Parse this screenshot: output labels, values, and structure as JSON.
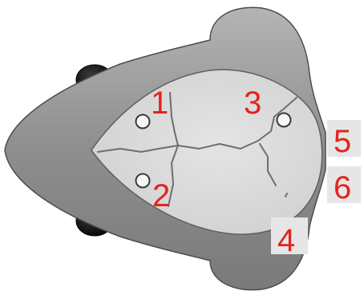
{
  "labels": {
    "l1": "1",
    "l2": "2",
    "l3": "3",
    "l4": "4",
    "l5": "5",
    "l6": "6"
  },
  "colors": {
    "body": "#8f8f8f",
    "body_dark": "#555555",
    "plate": "#d9d9d9",
    "plate_edge": "#6a6a6a",
    "crack": "#6e6e6e",
    "ear": "#111111",
    "hole": "#f7f7f7",
    "label": "#e3241c",
    "label_bg": "#e6e6e6"
  }
}
